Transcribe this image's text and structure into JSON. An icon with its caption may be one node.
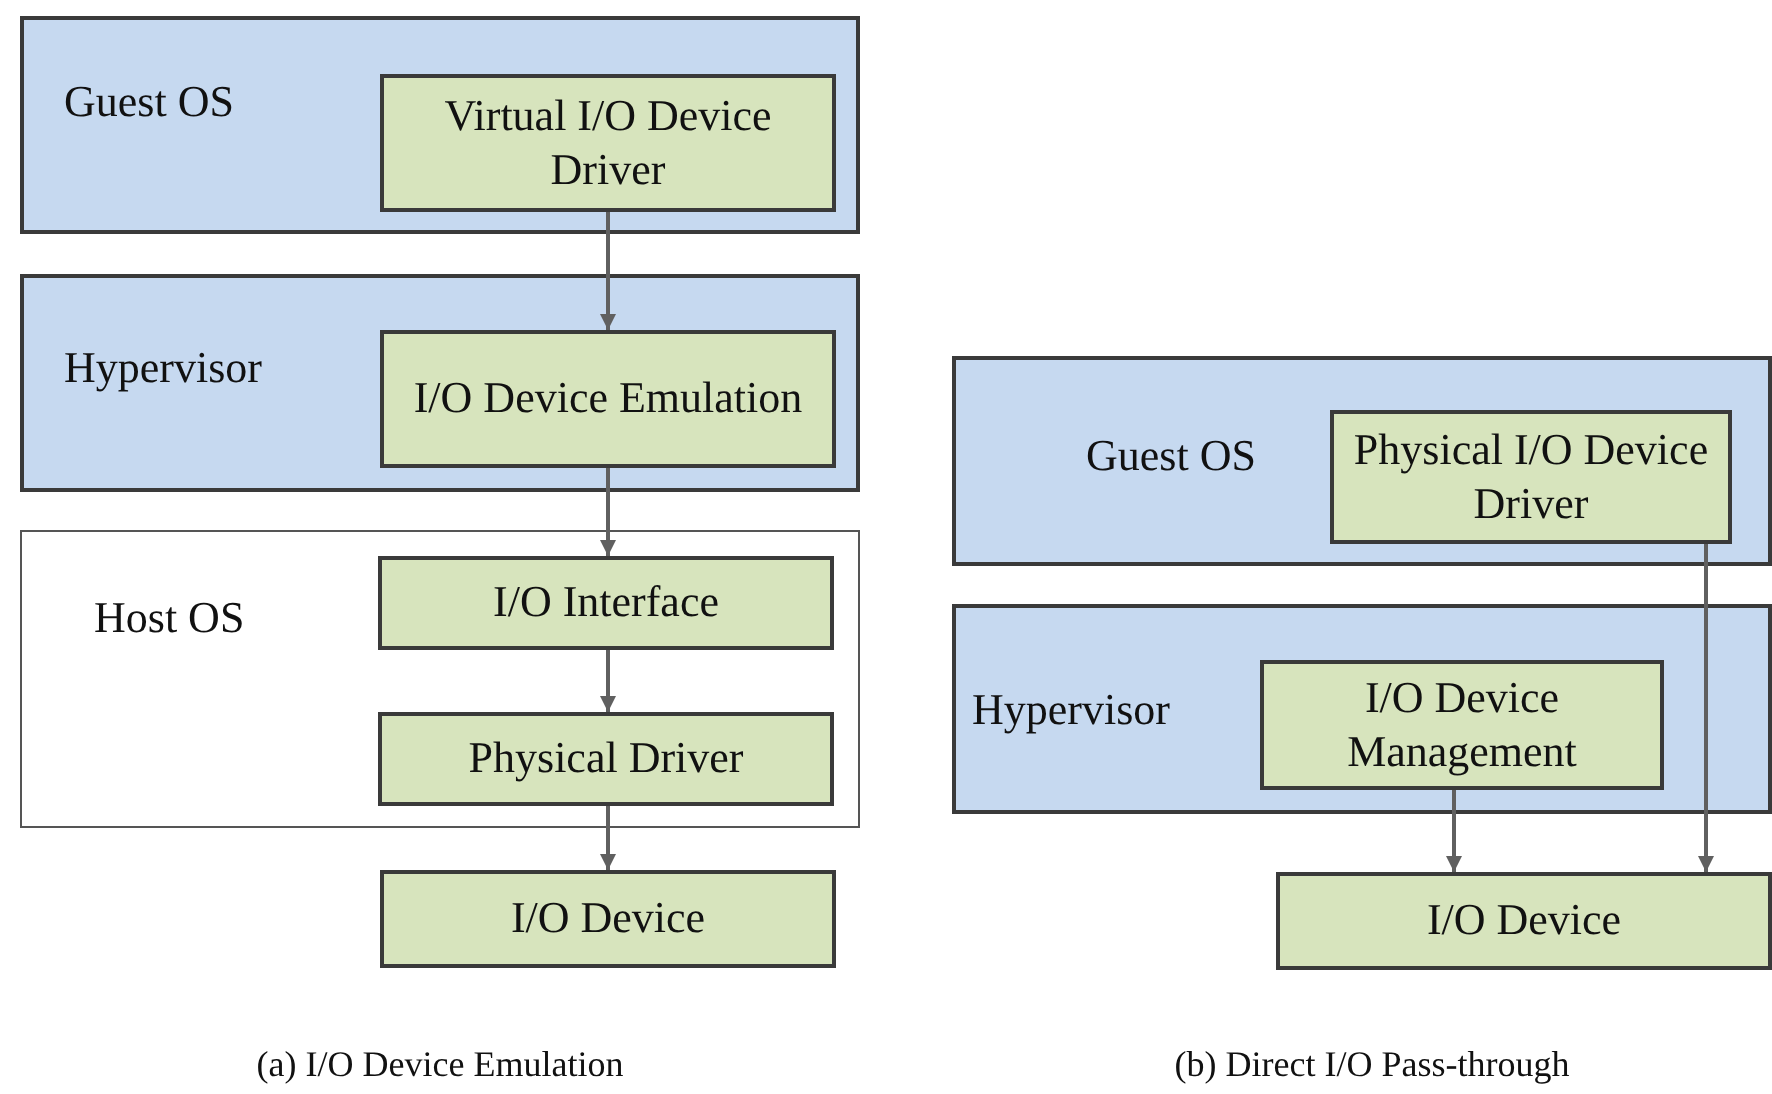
{
  "diagram": {
    "nodes": [
      {
        "text": [
          "Guest OS"
        ]
      },
      {
        "text": [
          "Virtual I/O Device Driver"
        ],
        "in": 0
      },
      {
        "text": [
          "Hypervisor"
        ]
      },
      {
        "text": [
          "I/O Device Emulation"
        ],
        "in": 2
      },
      {
        "text": [
          "Host OS"
        ]
      },
      {
        "text": [
          "I/O Interface"
        ],
        "in": 4
      },
      {
        "text": [
          "Physical Driver"
        ],
        "in": 4
      },
      {
        "text": [
          "I/O Device"
        ]
      },
      {
        "text": [
          "Guest OS"
        ]
      },
      {
        "text": [
          "Physical I/O Device Driver"
        ],
        "in": 8
      },
      {
        "text": [
          "Hypervisor"
        ]
      },
      {
        "text": [
          "I/O Device Management"
        ],
        "in": 10
      },
      {
        "text": [
          "I/O Device"
        ]
      }
    ],
    "edges": [
      {
        "from": 1,
        "to": 3,
        "arrow": "to"
      },
      {
        "from": 3,
        "to": 5,
        "arrow": "to"
      },
      {
        "from": 5,
        "to": 6,
        "arrow": "to"
      },
      {
        "from": 6,
        "to": 7,
        "arrow": "to"
      },
      {
        "from": 11,
        "to": 12,
        "arrow": "to"
      },
      {
        "from": 9,
        "to": 12,
        "arrow": "to"
      }
    ],
    "labels": [
      "(a) I/O Device Emulation",
      "(b) Direct I/O Pass-through"
    ]
  }
}
